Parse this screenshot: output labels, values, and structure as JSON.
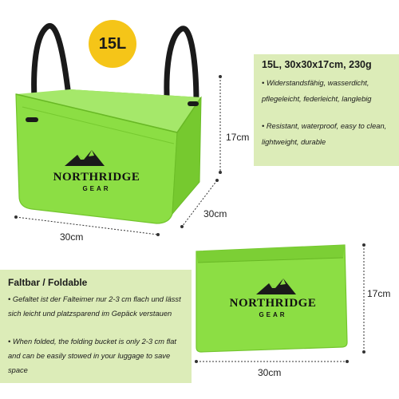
{
  "badge": {
    "text": "15L"
  },
  "spec": {
    "title": "15L, 30x30x17cm, 230g",
    "de_line1": "• Widerstandsfähig, wasserdicht,",
    "de_line2": "pflegeleicht, federleicht, langlebig",
    "en_line1": "• Resistant, waterproof, easy to clean,",
    "en_line2": "lightweight, durable"
  },
  "fold": {
    "title": "Faltbar / Foldable",
    "de_line1": "• Gefaltet ist der Falteimer nur 2-3 cm flach und lässt",
    "de_line2": "sich leicht und platzsparend im Gepäck verstauen",
    "en_line1": "• When folded, the folding bucket is only 2-3 cm flat",
    "en_line2": "and can be easily stowed in your luggage to save",
    "en_line3": "space"
  },
  "dimensions": {
    "height_open": "17cm",
    "depth_open": "30cm",
    "width_open": "30cm",
    "height_folded": "17cm",
    "width_folded": "30cm"
  },
  "brand": {
    "name": "NORTHRIDGE",
    "sub": "GEAR"
  },
  "colors": {
    "bucket": "#8cde44",
    "bucket_dark": "#6ec42a",
    "panel": "#dcecb8",
    "badge": "#f5c518",
    "handle": "#1a1a1a"
  }
}
